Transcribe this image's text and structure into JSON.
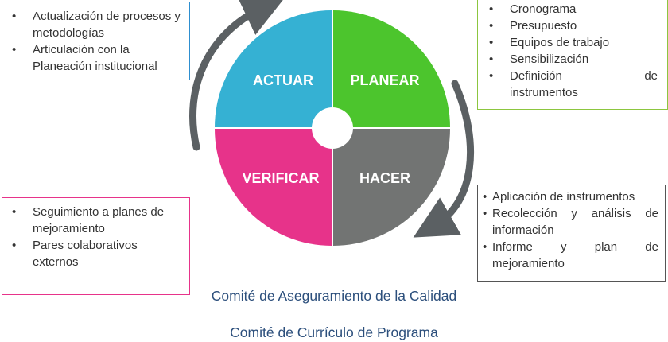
{
  "quadrants": [
    {
      "id": "actuar",
      "label": "ACTUAR",
      "color": "#35b1d3"
    },
    {
      "id": "planear",
      "label": "PLANEAR",
      "color": "#4cc52d"
    },
    {
      "id": "verificar",
      "label": "VERIFICAR",
      "color": "#e7338a"
    },
    {
      "id": "hacer",
      "label": "HACER",
      "color": "#727473"
    }
  ],
  "arrow_color": "#5b6063",
  "boxes": {
    "actuar": {
      "border_color": "#2e8fd0",
      "items": [
        "Actualización de procesos y metodologías",
        "Articulación con la Planeación institucional"
      ]
    },
    "planear": {
      "border_color": "#8cc63f",
      "items": [
        "Cronograma",
        "Presupuesto",
        "Equipos de trabajo",
        "Sensibilización",
        "Definición de",
        "instrumentos"
      ]
    },
    "verificar": {
      "border_color": "#e7338a",
      "items": [
        "Seguimiento a planes de mejoramiento",
        "Pares colaborativos externos"
      ]
    },
    "hacer": {
      "border_color": "#555555",
      "items": [
        "Aplicación de instrumentos",
        "Recolección y análisis de",
        "información",
        "Informe y plan de",
        "mejoramiento"
      ]
    }
  },
  "committees": [
    "Comité de Aseguramiento de la Calidad",
    "Comité de Currículo de Programa"
  ]
}
